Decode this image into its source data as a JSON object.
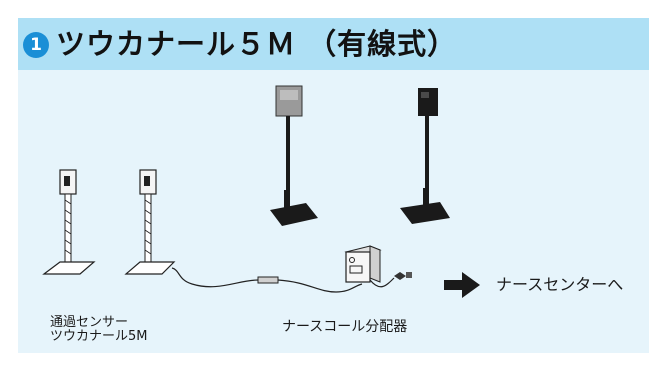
{
  "header": {
    "badge": "1",
    "title": "ツウカナール５Ｍ （有線式）"
  },
  "colors": {
    "header_bg": "#aee0f5",
    "panel_bg": "#e6f4fb",
    "badge": "#1a8fd6",
    "arrow": "#1a1a1a"
  },
  "labels": {
    "nurse_center": "ナースセンターへ",
    "sensor_line1": "通過センサー",
    "sensor_line2": "ツウカナール5M",
    "distributor": "ナースコール分配器"
  },
  "icons": [
    "floor-sensor-stand",
    "nurse-call-distributor",
    "cable-connector",
    "plug",
    "right-arrow"
  ]
}
